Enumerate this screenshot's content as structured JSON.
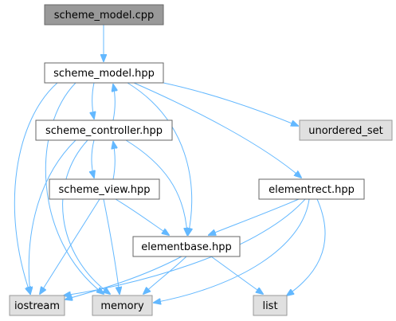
{
  "graph": {
    "nodes": [
      {
        "id": "scheme_model_cpp",
        "label": "scheme_model.cpp",
        "style": "main"
      },
      {
        "id": "scheme_model_hpp",
        "label": "scheme_model.hpp",
        "style": "normal"
      },
      {
        "id": "scheme_controller_hpp",
        "label": "scheme_controller.hpp",
        "style": "normal"
      },
      {
        "id": "unordered_set",
        "label": "unordered_set",
        "style": "external"
      },
      {
        "id": "scheme_view_hpp",
        "label": "scheme_view.hpp",
        "style": "normal"
      },
      {
        "id": "elementrect_hpp",
        "label": "elementrect.hpp",
        "style": "normal"
      },
      {
        "id": "elementbase_hpp",
        "label": "elementbase.hpp",
        "style": "normal"
      },
      {
        "id": "iostream",
        "label": "iostream",
        "style": "external"
      },
      {
        "id": "memory",
        "label": "memory",
        "style": "external"
      },
      {
        "id": "list",
        "label": "list",
        "style": "external"
      }
    ],
    "edges": [
      {
        "from": "scheme_model_cpp",
        "to": "scheme_model_hpp"
      },
      {
        "from": "scheme_model_hpp",
        "to": "scheme_controller_hpp"
      },
      {
        "from": "scheme_model_hpp",
        "to": "unordered_set"
      },
      {
        "from": "scheme_model_hpp",
        "to": "elementrect_hpp"
      },
      {
        "from": "scheme_model_hpp",
        "to": "elementbase_hpp"
      },
      {
        "from": "scheme_model_hpp",
        "to": "iostream"
      },
      {
        "from": "scheme_model_hpp",
        "to": "memory"
      },
      {
        "from": "scheme_controller_hpp",
        "to": "scheme_model_hpp"
      },
      {
        "from": "scheme_controller_hpp",
        "to": "scheme_view_hpp"
      },
      {
        "from": "scheme_controller_hpp",
        "to": "elementbase_hpp"
      },
      {
        "from": "scheme_controller_hpp",
        "to": "iostream"
      },
      {
        "from": "scheme_controller_hpp",
        "to": "memory"
      },
      {
        "from": "scheme_view_hpp",
        "to": "scheme_controller_hpp"
      },
      {
        "from": "scheme_view_hpp",
        "to": "elementbase_hpp"
      },
      {
        "from": "scheme_view_hpp",
        "to": "iostream"
      },
      {
        "from": "scheme_view_hpp",
        "to": "memory"
      },
      {
        "from": "elementrect_hpp",
        "to": "elementbase_hpp"
      },
      {
        "from": "elementrect_hpp",
        "to": "iostream"
      },
      {
        "from": "elementrect_hpp",
        "to": "memory"
      },
      {
        "from": "elementrect_hpp",
        "to": "list"
      },
      {
        "from": "elementbase_hpp",
        "to": "iostream"
      },
      {
        "from": "elementbase_hpp",
        "to": "memory"
      },
      {
        "from": "elementbase_hpp",
        "to": "list"
      }
    ],
    "colors": {
      "edge": "#63b8ff",
      "main_fill": "#999999",
      "normal_fill": "#ffffff",
      "external_fill": "#e0e0e0",
      "border": "#666666",
      "external_border": "#999999"
    }
  }
}
